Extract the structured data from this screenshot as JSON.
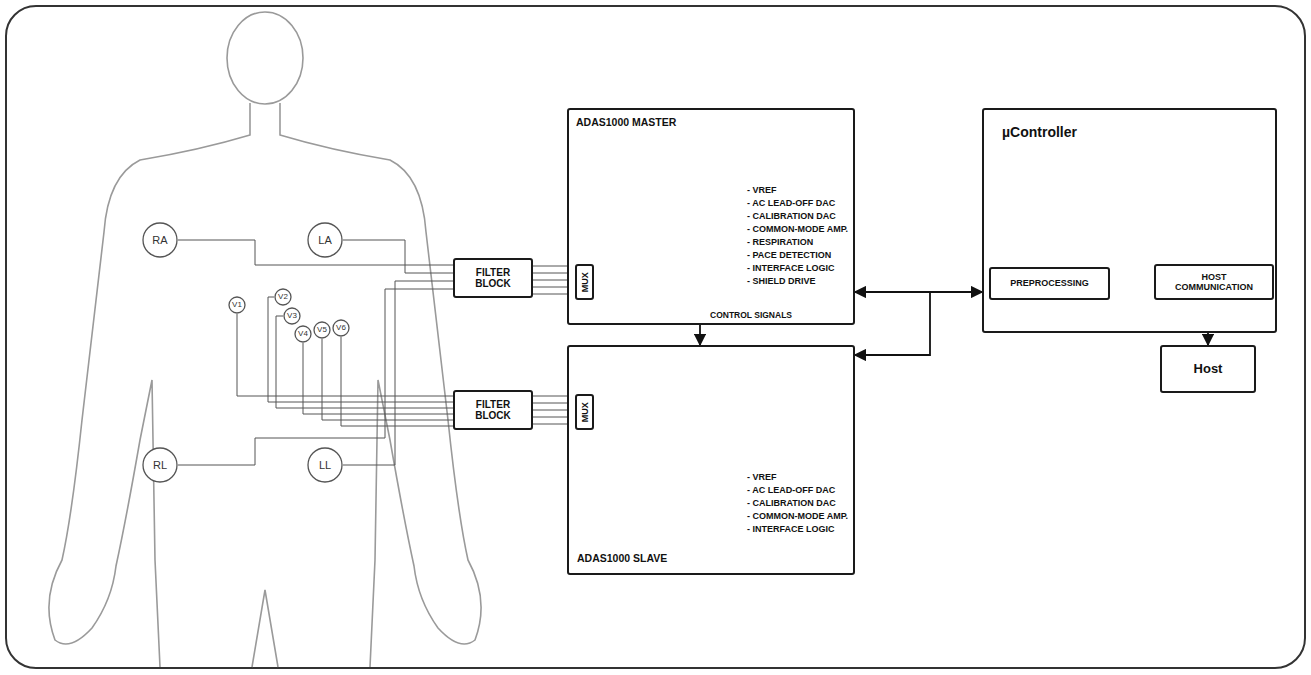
{
  "diagram": {
    "nodes": [
      {
        "text": [
          "RA"
        ]
      },
      {
        "text": [
          "LA"
        ]
      },
      {
        "text": [
          "V1"
        ]
      },
      {
        "text": [
          "V2"
        ]
      },
      {
        "text": [
          "V3"
        ]
      },
      {
        "text": [
          "V4"
        ]
      },
      {
        "text": [
          "V5"
        ]
      },
      {
        "text": [
          "V6"
        ]
      },
      {
        "text": [
          "RL"
        ]
      },
      {
        "text": [
          "LL"
        ]
      },
      {
        "text": [
          "FILTER BLOCK"
        ]
      },
      {
        "text": [
          "FILTER BLOCK"
        ]
      },
      {
        "text": [
          "ADAS1000 MASTER",
          "- VREF",
          "- AC LEAD-OFF DAC",
          "- CALIBRATION DAC",
          "- COMMON-MODE AMP.",
          "- RESPIRATION",
          "- PACE DETECTION",
          "- INTERFACE LOGIC",
          "- SHIELD DRIVE"
        ]
      },
      {
        "text": [
          "MUX"
        ],
        "in": 12
      },
      {
        "text": [
          "ADAS1000 SLAVE",
          "- VREF",
          "- AC LEAD-OFF DAC",
          "- CALIBRATION DAC",
          "- COMMON-MODE AMP.",
          "- INTERFACE LOGIC"
        ]
      },
      {
        "text": [
          "MUX"
        ],
        "in": 14
      },
      {
        "text": [
          "µController"
        ]
      },
      {
        "text": [
          "PREPROCESSING"
        ],
        "in": 16
      },
      {
        "text": [
          "HOST COMMUNICATION"
        ],
        "in": 16
      },
      {
        "text": [
          "Host"
        ]
      }
    ],
    "edges": [
      {
        "from": 0,
        "to": 10,
        "arrow": "none"
      },
      {
        "from": 1,
        "to": 10,
        "arrow": "none"
      },
      {
        "from": 9,
        "to": 10,
        "arrow": "none"
      },
      {
        "from": 8,
        "to": 10,
        "arrow": "none"
      },
      {
        "from": 2,
        "to": 11,
        "arrow": "none"
      },
      {
        "from": 3,
        "to": 11,
        "arrow": "none"
      },
      {
        "from": 4,
        "to": 11,
        "arrow": "none"
      },
      {
        "from": 5,
        "to": 11,
        "arrow": "none"
      },
      {
        "from": 6,
        "to": 11,
        "arrow": "none"
      },
      {
        "from": 7,
        "to": 11,
        "arrow": "none"
      },
      {
        "from": 10,
        "to": 13,
        "arrow": "none"
      },
      {
        "from": 11,
        "to": 15,
        "arrow": "none"
      },
      {
        "from": 12,
        "to": 14,
        "label": "CONTROL SIGNALS",
        "arrow": "to"
      },
      {
        "from": 12,
        "to": 16,
        "arrow": "both"
      },
      {
        "from": 16,
        "to": 14,
        "arrow": "to"
      },
      {
        "from": 18,
        "to": 19,
        "arrow": "both"
      }
    ]
  }
}
